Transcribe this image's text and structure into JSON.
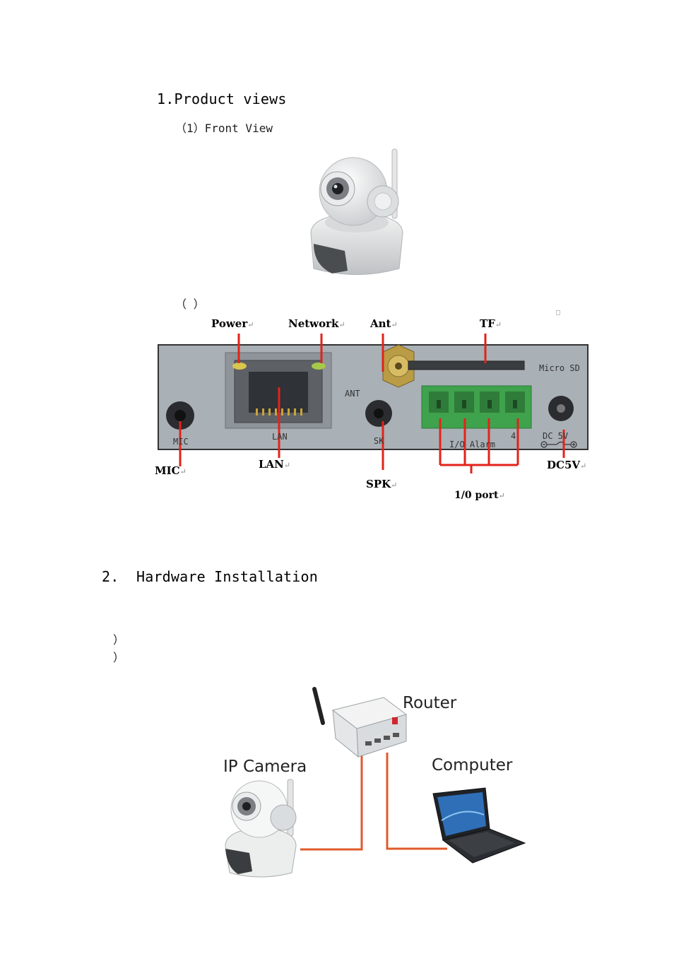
{
  "section1": {
    "heading": "1.Product views",
    "front_view": "（1）Front View",
    "rear_paren": "（ ）"
  },
  "rear_panel": {
    "callouts": {
      "power": "Power",
      "network": "Network",
      "ant": "Ant",
      "tf": "TF",
      "mic": "MIC",
      "lan": "LAN",
      "spk": "SPK",
      "io_port": "1/0 port",
      "dc5v": "DC5V"
    },
    "panel_text": {
      "micro_sd": "Micro SD",
      "mic": "MIC",
      "lan": "LAN",
      "ant": "ANT",
      "spk": "SK",
      "io_alarm": "I/O Alarm",
      "dc": "DC 5V",
      "pin_4": "4"
    },
    "return_mark": "↵",
    "corner_mark": "□"
  },
  "section2": {
    "heading": "2.  Hardware Installation",
    "line_a": "）",
    "line_b": "）"
  },
  "diagram": {
    "router": "Router",
    "ip_camera": "IP Camera",
    "computer": "Computer"
  },
  "colors": {
    "callout_red": "#e2231a",
    "cable_orange": "#e05a2b",
    "terminal_green": "#3fa24c",
    "panel_grey": "#a9b0b6"
  }
}
